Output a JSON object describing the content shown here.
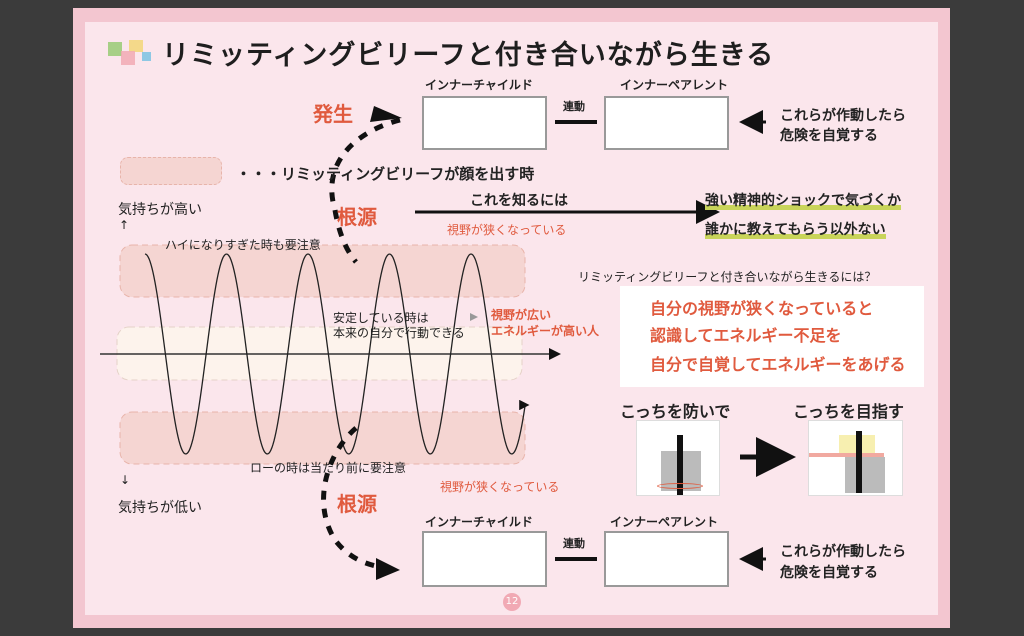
{
  "title": "リミッティングビリーフと付き合いながら生きる",
  "top": {
    "child_label": "インナーチャイルド",
    "parent_label": "インナーペアレント",
    "link_label": "連動",
    "warn_line1": "これらが作動したら",
    "warn_line2": "危険を自覚する",
    "origin_label": "発生"
  },
  "legend": {
    "text": "・・・リミッティングビリーフが顔を出す時"
  },
  "mood_high": "気持ちが高い",
  "mood_low": "気持ちが低い",
  "root_label": "根源",
  "know": {
    "label": "これを知るには",
    "narrow": "視野が狭くなっている",
    "line1": "強い精神的ショックで気づくか",
    "line2": "誰かに教えてもらう以外ない"
  },
  "wave": {
    "high_note": "ハイになりすぎた時も要注意",
    "stable_line1": "安定している時は",
    "stable_line2": "本来の自分で行動できる",
    "wide_line1": "視野が広い",
    "wide_line2": "エネルギーが高い人",
    "low_note": "ローの時は当たり前に要注意",
    "narrow_low": "視野が狭くなっている"
  },
  "advice": {
    "question": "リミッティングビリーフと付き合いながら生きるには？",
    "line1": "自分の視野が狭くなっていると",
    "line2": "認識してエネルギー不足を",
    "line3": "自分で自覚してエネルギーをあげる"
  },
  "compare": {
    "prevent": "こっちを防いで",
    "aim": "こっちを目指す"
  },
  "bottom": {
    "root_label": "根源",
    "child_label": "インナーチャイルド",
    "parent_label": "インナーペアレント",
    "link_label": "連動",
    "warn_line1": "これらが作動したら",
    "warn_line2": "危険を自覚する"
  },
  "page_number": "12",
  "colors": {
    "accent_red": "#e05a3e",
    "highlight": "#c9d45a",
    "band": "#f5d5d2"
  }
}
